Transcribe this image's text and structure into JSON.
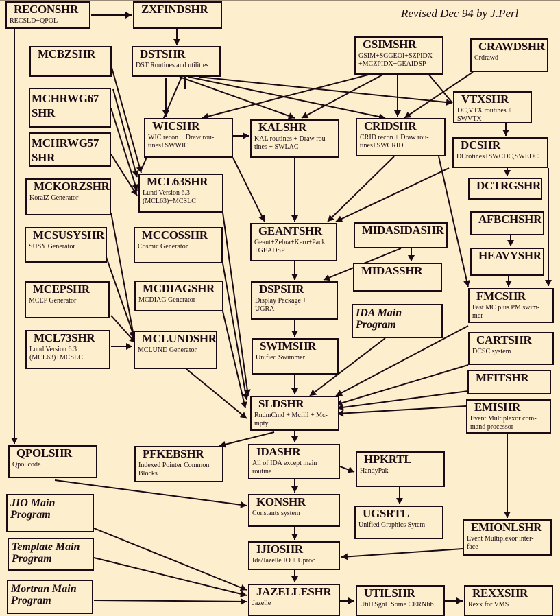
{
  "header": {
    "revised": "Revised Dec 94 by J.Perl"
  },
  "colors": {
    "background": "#fdeecd",
    "ink": "#1a0a14"
  },
  "nodes": [
    {
      "id": "RECONSHR",
      "title": "RECONSHR",
      "desc": "RECSLD+QPOL"
    },
    {
      "id": "ZXFINDSHR",
      "title": "ZXFINDSHR",
      "desc": ""
    },
    {
      "id": "MCBZSHR",
      "title": "MCBZSHR",
      "desc": ""
    },
    {
      "id": "DSTSHR",
      "title": "DSTSHR",
      "desc": "DST Routines and utilities"
    },
    {
      "id": "GSIMSHR",
      "title": "GSIMSHR",
      "desc": "GSIM+SGGEOI+SZPIDX\n+MCZPIDX+GEAIDSP"
    },
    {
      "id": "CRAWDSHR",
      "title": "CRAWDSHR",
      "desc": "Crdrawd"
    },
    {
      "id": "MCHRWG67SHR",
      "title": "MCHRWG67\nSHR",
      "desc": ""
    },
    {
      "id": "VTXSHR",
      "title": "VTXSHR",
      "desc": "DC,VTX routines + SWVTX"
    },
    {
      "id": "WICSHR",
      "title": "WICSHR",
      "desc": "WIC recon + Draw rou-\ntines+SWWIC"
    },
    {
      "id": "KALSHR",
      "title": "KALSHR",
      "desc": "KAL routines + Draw rou-\ntines + SWLAC"
    },
    {
      "id": "CRIDSHR",
      "title": "CRIDSHR",
      "desc": "CRID recon + Draw rou-\ntines+SWCRID"
    },
    {
      "id": "DCSHR",
      "title": "DCSHR",
      "desc": "DCrotines+SWCDC,SWEDC"
    },
    {
      "id": "MCHRWG57SHR",
      "title": "MCHRWG57\nSHR",
      "desc": ""
    },
    {
      "id": "MCL63SHR",
      "title": "MCL63SHR",
      "desc": "Lund Version 6.3\n(MCL63)+MCSLC"
    },
    {
      "id": "DCTRGSHR",
      "title": "DCTRGSHR",
      "desc": ""
    },
    {
      "id": "MCKORZSHR",
      "title": "MCKORZSHR",
      "desc": "KoralZ Generator"
    },
    {
      "id": "AFBCHSHR",
      "title": "AFBCHSHR",
      "desc": ""
    },
    {
      "id": "MCSUSYSHR",
      "title": "MCSUSYSHR",
      "desc": "SUSY Generator"
    },
    {
      "id": "MCCOSSHR",
      "title": "MCCOSSHR",
      "desc": "Cosmic Generator"
    },
    {
      "id": "GEANTSHR",
      "title": "GEANTSHR",
      "desc": "Geant+Zebra+Kern+Pack\n+GEADSP"
    },
    {
      "id": "MIDASIDASHR",
      "title": "MIDASIDASHR",
      "desc": ""
    },
    {
      "id": "HEAVYSHR",
      "title": "HEAVYSHR",
      "desc": ""
    },
    {
      "id": "MIDASSHR",
      "title": "MIDASSHR",
      "desc": ""
    },
    {
      "id": "MCEPSHR",
      "title": "MCEPSHR",
      "desc": "MCEP Generator"
    },
    {
      "id": "MCDIAGSHR",
      "title": "MCDIAGSHR",
      "desc": "MCDIAG Generator"
    },
    {
      "id": "DSPSHR",
      "title": "DSPSHR",
      "desc": "Display Package +\nUGRA"
    },
    {
      "id": "FMCSHR",
      "title": "FMCSHR",
      "desc": "Fast MC plus PM swim-\nmer"
    },
    {
      "id": "IDAMAIN",
      "title": "",
      "italic": "IDA Main\nProgram"
    },
    {
      "id": "MCL73SHR",
      "title": "MCL73SHR",
      "desc": "Lund Version 6.3\n(MCL63)+MCSLC"
    },
    {
      "id": "MCLUNDSHR",
      "title": "MCLUNDSHR",
      "desc": "MCLUND Generator"
    },
    {
      "id": "SWIMSHR",
      "title": "SWIMSHR",
      "desc": "Unified Swimmer"
    },
    {
      "id": "CARTSHR",
      "title": "CARTSHR",
      "desc": "DCSC system"
    },
    {
      "id": "MFITSHR",
      "title": "MFITSHR",
      "desc": ""
    },
    {
      "id": "SLDSHR",
      "title": "SLDSHR",
      "desc": "RndmCmd + Mcfill + Mc-\nmpty"
    },
    {
      "id": "EMISHR",
      "title": "EMISHR",
      "desc": "Event Multiplexor com-\nmand processor"
    },
    {
      "id": "QPOLSHR",
      "title": "QPOLSHR",
      "desc": "Qpol code"
    },
    {
      "id": "PFKEBSHR",
      "title": "PFKEBSHR",
      "desc": "Indexed Pointer Common\nBlocks"
    },
    {
      "id": "IDASHR",
      "title": "IDASHR",
      "desc": "All of IDA except main\nroutine"
    },
    {
      "id": "HPKRTL",
      "title": "HPKRTL",
      "desc": "HandyPak"
    },
    {
      "id": "JIOMAIN",
      "title": "",
      "italic": "    JIO Main\nProgram"
    },
    {
      "id": "KONSHR",
      "title": "KONSHR",
      "desc": "Constants system"
    },
    {
      "id": "UGSRTL",
      "title": "UGSRTL",
      "desc": "Unified Graphics Sytem"
    },
    {
      "id": "EMIONLSHR",
      "title": "EMIONLSHR",
      "desc": "Event Multiplexor inter-\nface"
    },
    {
      "id": "TEMPLATEMAIN",
      "title": "",
      "italic": "  Template Main\nProgram"
    },
    {
      "id": "IJIOSHR",
      "title": "IJIOSHR",
      "desc": "Ida/Jazelle IO + Uproc"
    },
    {
      "id": "MORTRANMAIN",
      "title": "",
      "italic": "  Mortran Main\nProgram"
    },
    {
      "id": "JAZELLESHR",
      "title": "JAZELLESHR",
      "desc": "Jazelle"
    },
    {
      "id": "UTILSHR",
      "title": "UTILSHR",
      "desc": "Util+Sgnl+Some CERNlib"
    },
    {
      "id": "REXXSHR",
      "title": "REXXSHR",
      "desc": "Rexx for VMS"
    }
  ]
}
